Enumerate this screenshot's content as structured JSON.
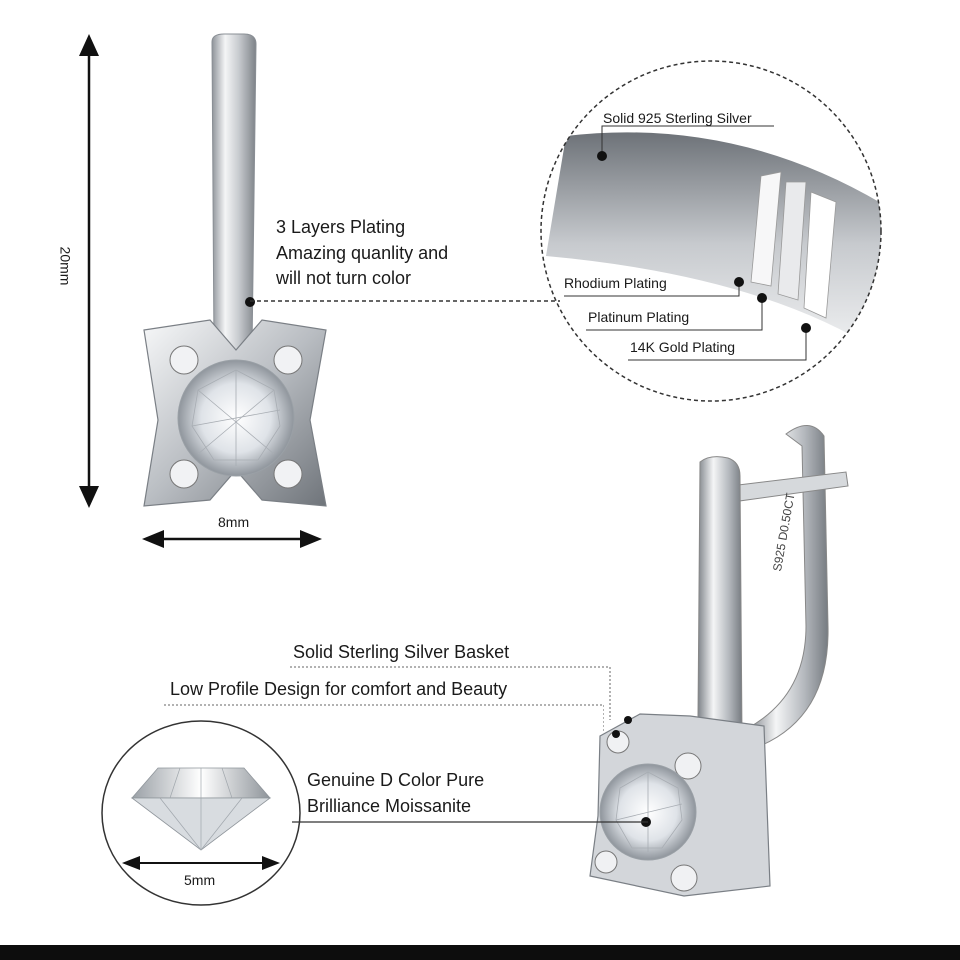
{
  "dimensions": {
    "height": "20mm",
    "width": "8mm",
    "stone": "5mm"
  },
  "callouts": {
    "plating_title": "3 Layers Plating",
    "plating_line2": "Amazing quanlity and",
    "plating_line3": "will not turn color",
    "basket": "Solid Sterling Silver Basket",
    "low_profile": "Low Profile Design for comfort and Beauty",
    "moissanite_line1": "Genuine D Color Pure",
    "moissanite_line2": "Brilliance Moissanite"
  },
  "layers": {
    "silver": "Solid 925 Sterling Silver",
    "rhodium": "Rhodium Plating",
    "platinum": "Platinum Plating",
    "gold": "14K Gold Plating"
  },
  "engraving": "S925 D0.50CT",
  "colors": {
    "silver": "#d9dcdf",
    "line": "#555555",
    "bar": "#0d0d0d"
  }
}
